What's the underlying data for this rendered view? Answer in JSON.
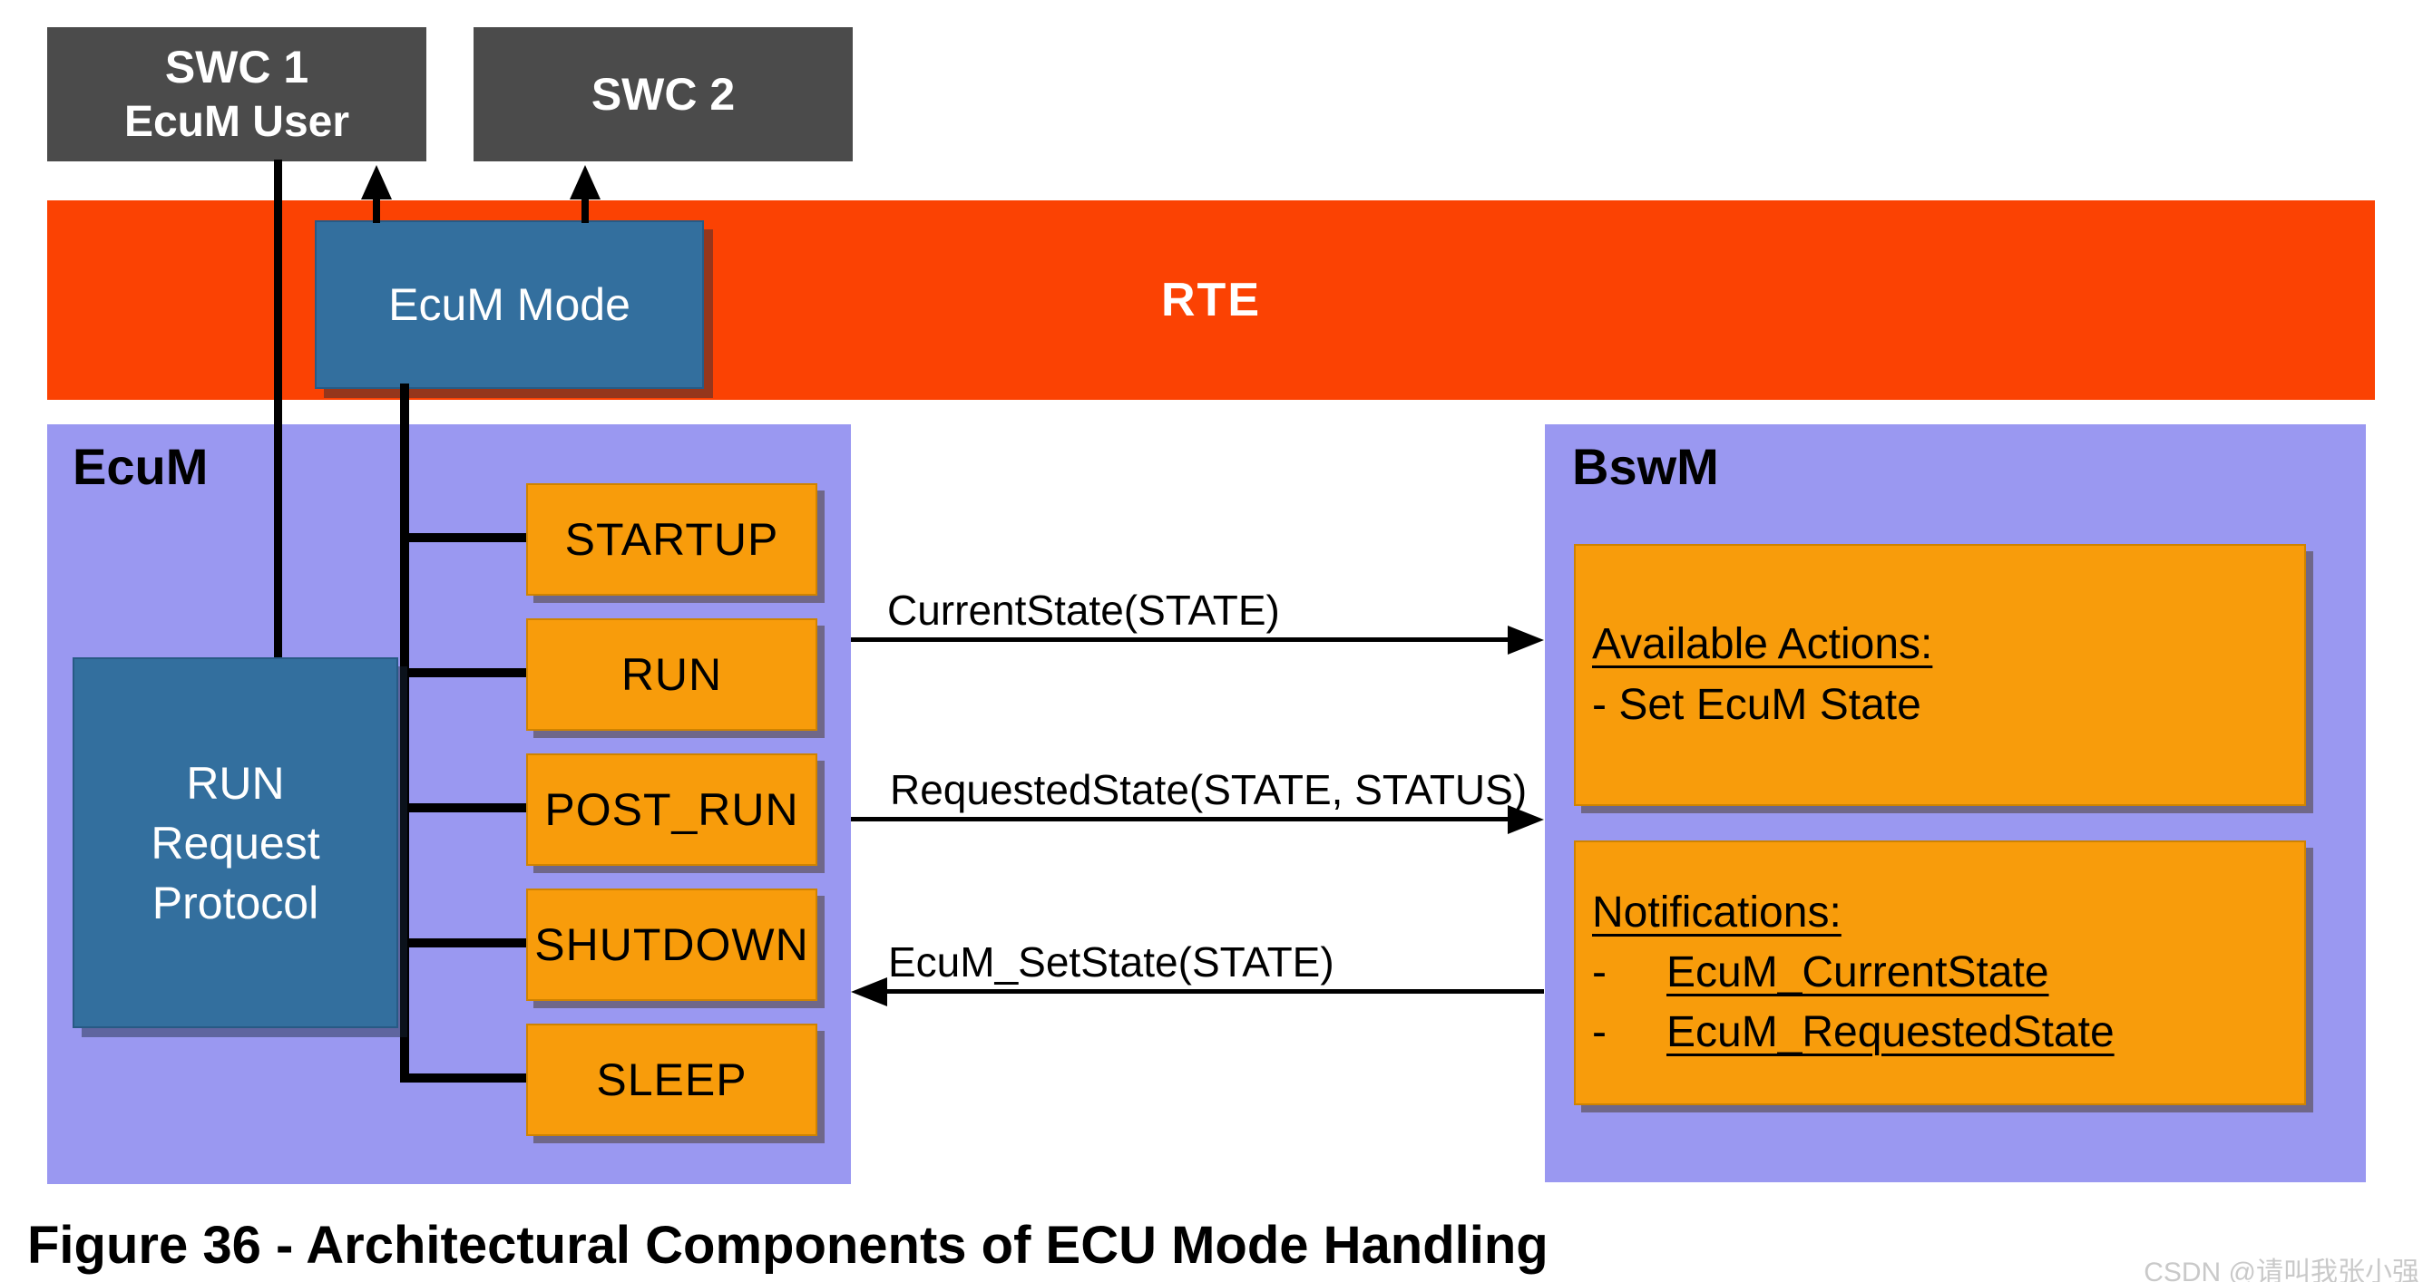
{
  "figure": {
    "swc1": {
      "line1": "SWC 1",
      "line2": "EcuM User"
    },
    "swc2": {
      "label": "SWC 2"
    },
    "rte": {
      "label": "RTE"
    },
    "ecum_mode": {
      "label": "EcuM Mode"
    },
    "ecum_region": {
      "label": "EcuM",
      "run_request_protocol": {
        "line1": "RUN",
        "line2": "Request",
        "line3": "Protocol"
      },
      "states": [
        {
          "label": "STARTUP"
        },
        {
          "label": "RUN"
        },
        {
          "label": "POST_RUN"
        },
        {
          "label": "SHUTDOWN"
        },
        {
          "label": "SLEEP"
        }
      ]
    },
    "bswm_region": {
      "label": "BswM",
      "available_actions": {
        "title": "Available Actions:",
        "item": "- Set EcuM State"
      },
      "notifications": {
        "title": "Notifications:",
        "items": [
          {
            "bullet": "-",
            "label": "EcuM_CurrentState"
          },
          {
            "bullet": "-",
            "label": "EcuM_RequestedState"
          }
        ]
      }
    },
    "interface_arrows": [
      {
        "label": "CurrentState(STATE)",
        "direction": "right"
      },
      {
        "label": "RequestedState(STATE, STATUS)",
        "direction": "right"
      },
      {
        "label": "EcuM_SetState(STATE)",
        "direction": "left"
      }
    ],
    "caption": "Figure 36 - Architectural Components of ECU Mode Handling",
    "watermark": "CSDN @请叫我张小强",
    "colors": {
      "swc_box": "#4b4b4b",
      "rte_band": "#fb4203",
      "module_region": "#9a98f1",
      "blue_box": "#336f9e",
      "state_box": "#f89c0b",
      "line": "#000000"
    }
  }
}
